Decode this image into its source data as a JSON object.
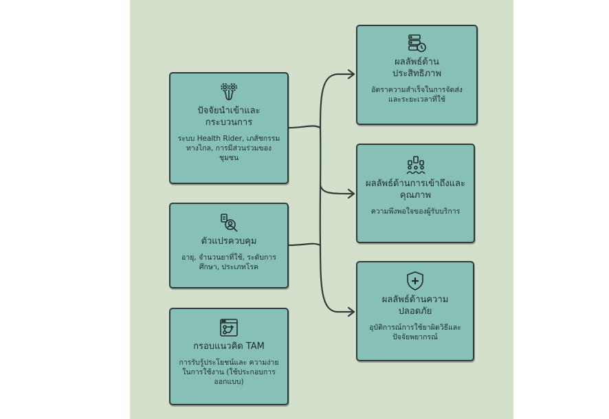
{
  "diagram": {
    "colors": {
      "background": "#d3e1cc",
      "box_fill": "#86c0b6",
      "stroke": "#2f3a38"
    },
    "inputs": [
      {
        "icon": "flower-icon",
        "title": "ปัจจัยนำเข้าและ กระบวนการ",
        "desc": "ระบบ Health Rider, เภสัชกรรมทางไกล, การมีส่วนร่วมของชุมชน"
      },
      {
        "icon": "patient-search-icon",
        "title": "ตัวแปรควบคุม",
        "desc": "อายุ, จำนวนยาที่ใช้, ระดับการศึกษา, ประเภทโรค"
      },
      {
        "icon": "browser-workflow-icon",
        "title": "กรอบแนวคิด TAM",
        "desc": "การรับรู้ประโยชน์และ ความง่ายในการใช้งาน (ใช้ประกอบการออกแบบ)"
      }
    ],
    "outcomes": [
      {
        "icon": "server-clock-icon",
        "title": "ผลลัพธ์ด้าน ประสิทธิภาพ",
        "desc": "อัตราความสำเร็จในการจัดส่งและระยะเวลาที่ใช้"
      },
      {
        "icon": "group-people-icon",
        "title": "ผลลัพธ์ด้านการเข้าถึงและคุณภาพ",
        "desc": "ความพึงพอใจของผู้รับบริการ"
      },
      {
        "icon": "shield-plus-icon",
        "title": "ผลลัพธ์ด้านความปลอดภัย",
        "desc": "อุบัติการณ์การใช้ยาผิดวิธีและปัจจัยพยากรณ์"
      }
    ]
  }
}
